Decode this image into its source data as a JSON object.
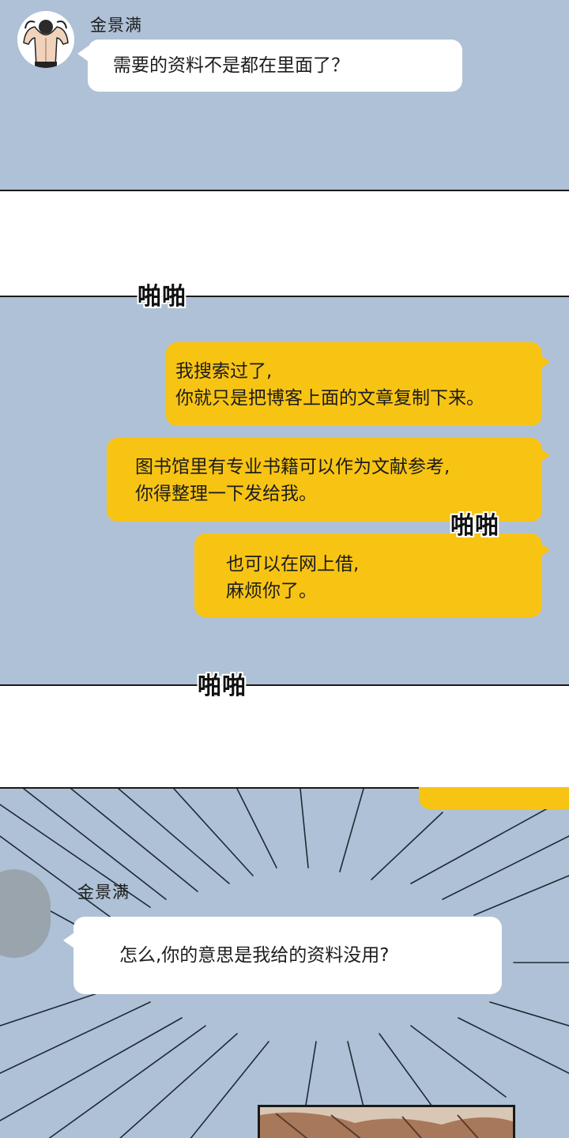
{
  "chat": {
    "sender_name": "金景满",
    "msg1": "需要的资料不是都在里面了？",
    "reply1_line1": "我搜索过了,",
    "reply1_line2": "你就只是把博客上面的文章复制下来。",
    "reply2_line1": "图书馆里有专业书籍可以作为文献参考,",
    "reply2_line2": "你得整理一下发给我。",
    "reply3_line1": "也可以在网上借,",
    "reply3_line2": "麻烦你了。",
    "msg2": "怎么,你的意思是我给的资料没用?"
  },
  "sfx": {
    "typing1": "啪啪",
    "typing2": "啪啪",
    "typing3": "啪啪"
  },
  "colors": {
    "panel_bg": "#aec1d6",
    "bubble_yellow": "#f8c414",
    "bubble_white": "#ffffff"
  },
  "icons": {
    "avatar": "muscular-man-avatar-icon"
  }
}
